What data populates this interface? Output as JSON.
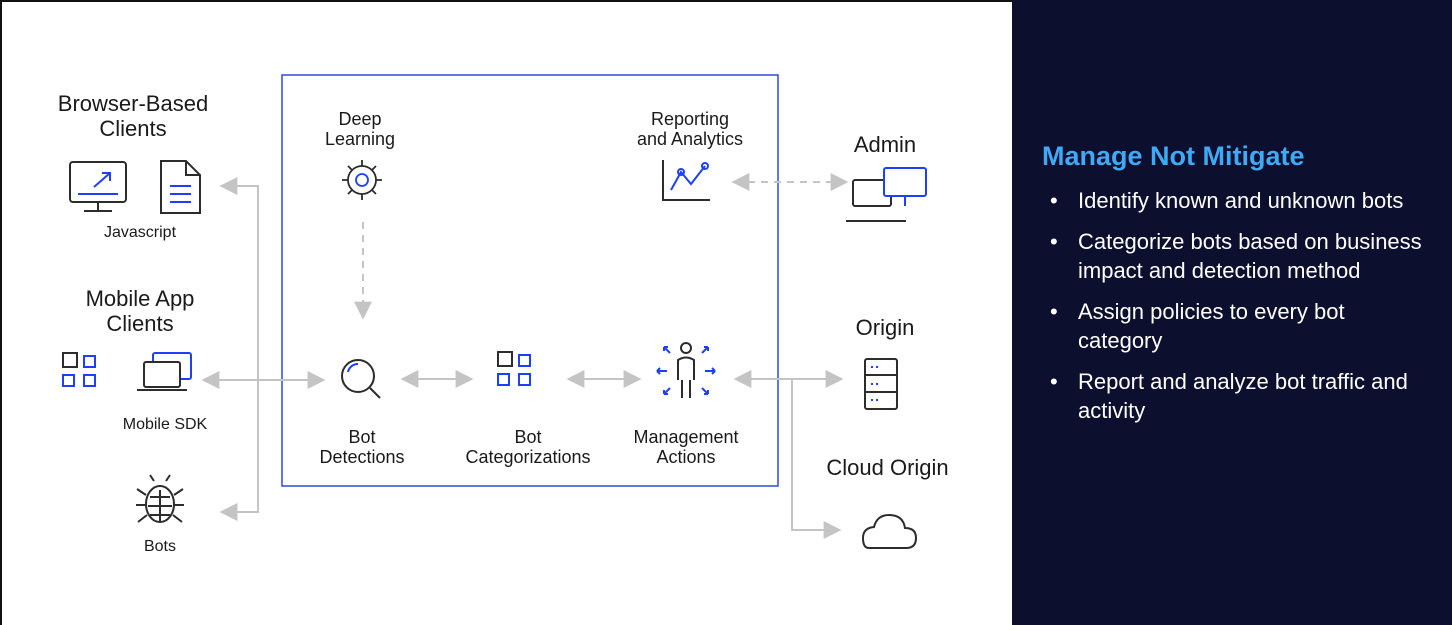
{
  "diagram": {
    "clients": {
      "browser_title": "Browser-Based\nClients",
      "javascript_label": "Javascript",
      "mobile_title": "Mobile App\nClients",
      "mobile_sdk_label": "Mobile SDK",
      "bots_label": "Bots"
    },
    "core": {
      "deep_learning": "Deep\nLearning",
      "reporting": "Reporting\nand Analytics",
      "bot_detections": "Bot\nDetections",
      "bot_categorizations": "Bot\nCategorizations",
      "management_actions": "Management\nActions"
    },
    "destinations": {
      "admin": "Admin",
      "origin": "Origin",
      "cloud_origin": "Cloud Origin"
    },
    "colors": {
      "accent": "#1f3fff",
      "box_border": "#3049d8",
      "arrow": "#c4c4c4",
      "icon": "#2c2c2c"
    }
  },
  "panel": {
    "title": "Manage Not Mitigate",
    "bullet": "•",
    "items": [
      "Identify known and unknown bots",
      "Categorize bots based on business impact and detection method",
      "Assign policies to every bot category",
      "Report and analyze bot traffic and activity"
    ],
    "colors": {
      "background": "#0c0f2e",
      "title": "#3fa9f5",
      "text": "#ffffff"
    }
  }
}
